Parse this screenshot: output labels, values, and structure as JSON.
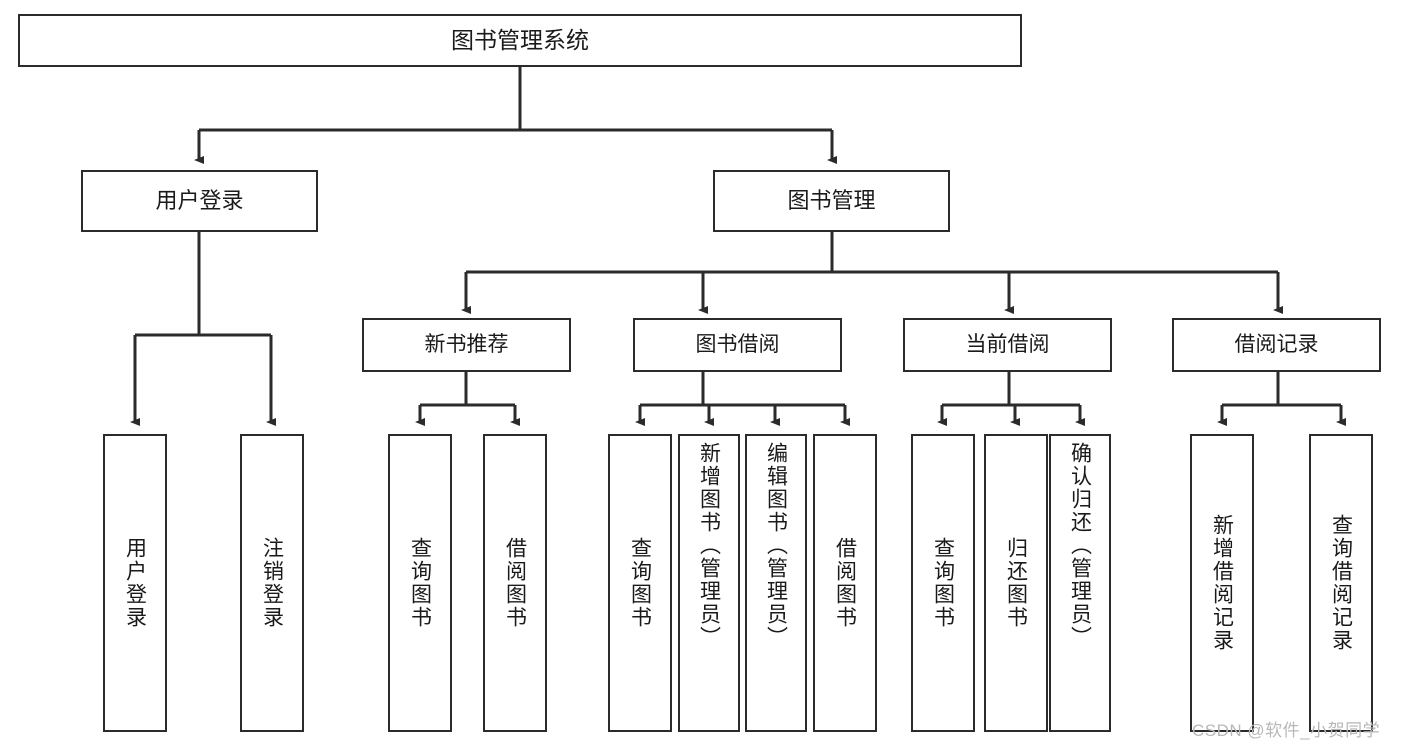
{
  "diagram": {
    "title": "图书管理系统",
    "type": "tree-structure-chart",
    "root": {
      "label": "图书管理系统"
    },
    "level1": [
      {
        "label": "用户登录"
      },
      {
        "label": "图书管理"
      }
    ],
    "level2": [
      {
        "label": "新书推荐"
      },
      {
        "label": "图书借阅"
      },
      {
        "label": "当前借阅"
      },
      {
        "label": "借阅记录"
      }
    ],
    "leaves": [
      {
        "label": "用户登录"
      },
      {
        "label": "注销登录"
      },
      {
        "label": "查询图书"
      },
      {
        "label": "借阅图书"
      },
      {
        "label": "查询图书"
      },
      {
        "label": "新增图书（管理员）"
      },
      {
        "label": "编辑图书（管理员）"
      },
      {
        "label": "借阅图书"
      },
      {
        "label": "查询图书"
      },
      {
        "label": "归还图书"
      },
      {
        "label": "确认归还（管理员）"
      },
      {
        "label": "新增借阅记录"
      },
      {
        "label": "查询借阅记录"
      }
    ],
    "watermark": "CSDN @软件_小贺同学",
    "colors": {
      "border": "#2b2b2b",
      "text": "#1a1a1a",
      "background": "#ffffff",
      "watermark": "#b8b8b8"
    }
  }
}
